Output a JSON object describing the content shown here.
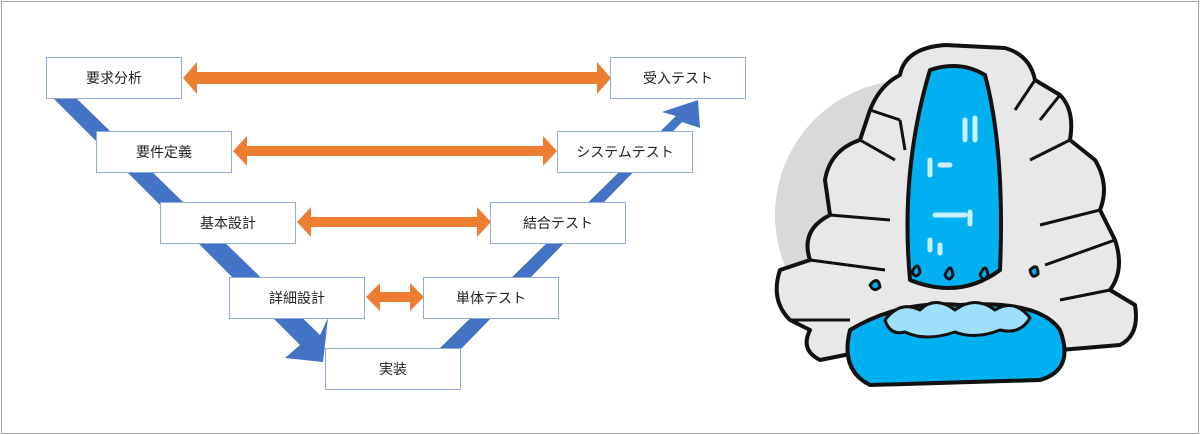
{
  "left_phases": [
    {
      "label": "要求分析"
    },
    {
      "label": "要件定義"
    },
    {
      "label": "基本設計"
    },
    {
      "label": "詳細設計"
    }
  ],
  "bottom_phase": {
    "label": "実装"
  },
  "right_phases": [
    {
      "label": "受入テスト"
    },
    {
      "label": "システムテスト"
    },
    {
      "label": "結合テスト"
    },
    {
      "label": "単体テスト"
    }
  ],
  "colors": {
    "flow_arrow": "#4472c4",
    "link_arrow": "#ed7d31",
    "box_border": "#8faadc",
    "water": "#00b0f0",
    "rock": "#d9d9d9"
  }
}
